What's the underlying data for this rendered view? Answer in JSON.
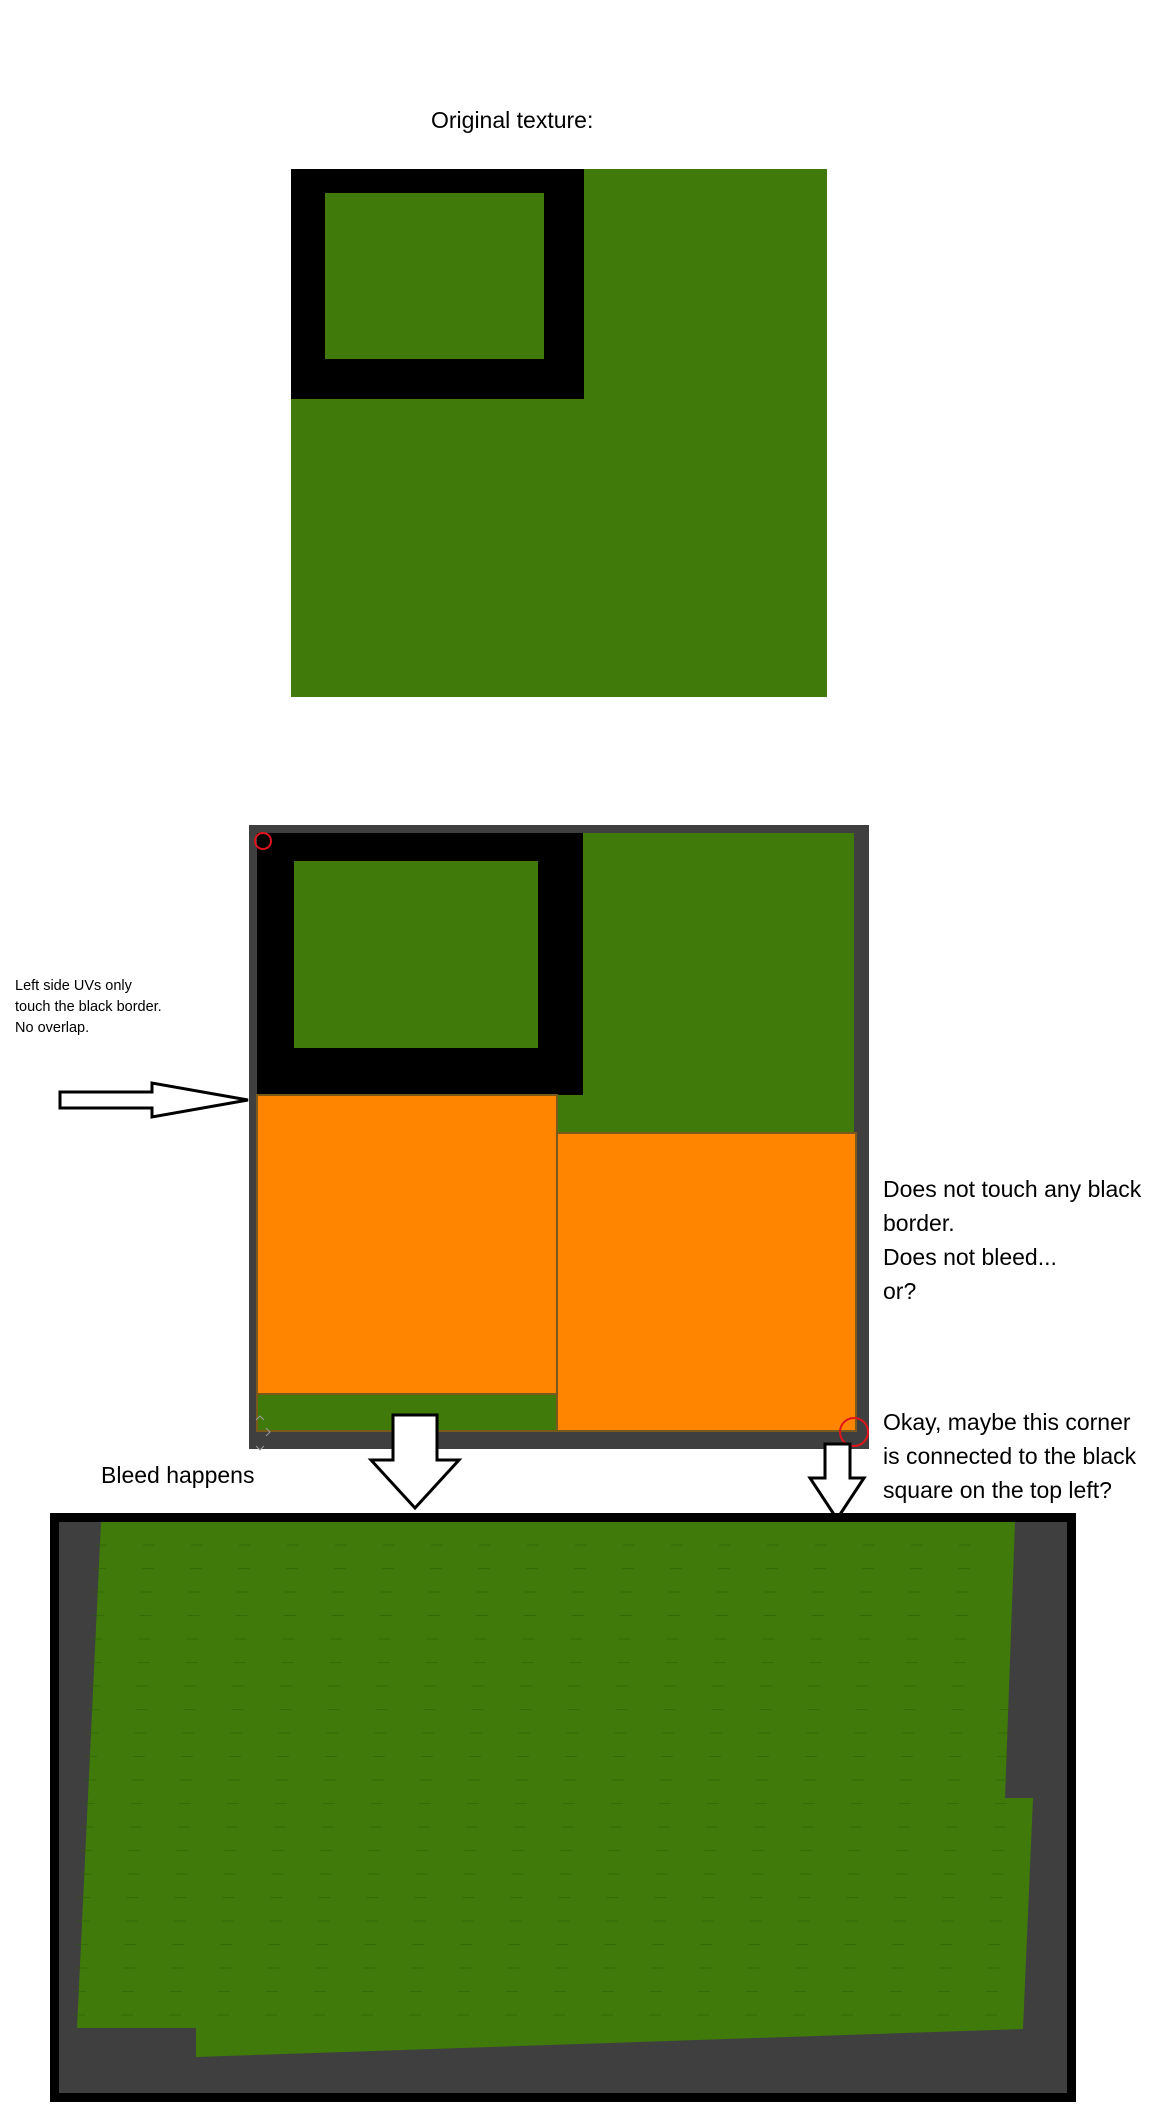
{
  "title": "Original texture:",
  "left_note": [
    "Left side UVs only",
    "touch the black border.",
    "No overlap."
  ],
  "right_note": [
    "Does not touch any black",
    "border.",
    "Does not bleed...",
    "or?"
  ],
  "corner_note": [
    "Okay, maybe this corner",
    "is connected to the black",
    "square on the top left?"
  ],
  "bleed_label": "Bleed happens",
  "colors": {
    "grass_green": "#3f7a0b",
    "black_border": "#000000",
    "uv_orange": "#ff8400",
    "editor_gray": "#3f3f3f",
    "marker_red": "#e0141c",
    "uv_edge": "#7a5a1a"
  }
}
